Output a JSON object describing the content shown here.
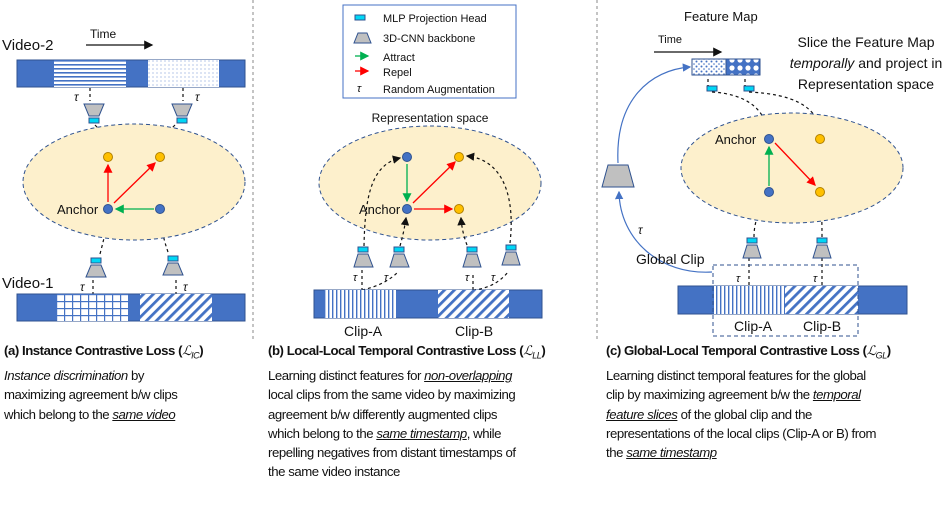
{
  "symbols": {
    "tau": "τ"
  },
  "legend": {
    "items": [
      {
        "label": "MLP Projection Head",
        "icon": "mlp-head-icon"
      },
      {
        "label": "3D-CNN backbone",
        "icon": "cnn-backbone-icon"
      },
      {
        "label": "Attract",
        "icon": "green-arrow-icon",
        "color": "#00b050"
      },
      {
        "label": "Repel",
        "icon": "red-arrow-icon",
        "color": "#ff0000"
      },
      {
        "label": "Random Augmentation",
        "icon": "tau-symbol"
      }
    ]
  },
  "panel_a": {
    "video2": "Video-2",
    "video1": "Video-1",
    "time": "Time",
    "anchor": "Anchor",
    "caption": {
      "title": "(a) Instance Contrastive Loss (",
      "loss_sym": "ℒ",
      "loss_sub": "IC",
      "close": ")",
      "line1_italic": "Instance discrimination",
      "line1_rest": " by",
      "line2": "maximizing agreement b/w clips",
      "line3_pre": "which belong to the ",
      "line3_u": "same video"
    }
  },
  "panel_b": {
    "rep_space": "Representation space",
    "anchor": "Anchor",
    "clip_a": "Clip-A",
    "clip_b": "Clip-B",
    "caption": {
      "title": "(b) Local-Local Temporal Contrastive Loss (",
      "loss_sym": "ℒ",
      "loss_sub": "LL",
      "close": ")",
      "line1_pre": "Learning distinct features for ",
      "line1_u": "non-overlapping",
      "line2": "local clips from the same video by maximizing",
      "line3": "agreement b/w differently augmented clips",
      "line4_pre": "which belong to the ",
      "line4_u": "same timestamp",
      "line4_post": ", while",
      "line5": "repelling negatives from distant timestamps of",
      "line6": "the same video instance"
    }
  },
  "panel_c": {
    "feature_map": "Feature Map",
    "time": "Time",
    "anchor": "Anchor",
    "global_clip": "Global Clip",
    "clip_a": "Clip-A",
    "clip_b": "Clip-B",
    "slice_l1": "Slice the Feature Map",
    "slice_l2_italic": "temporally",
    "slice_l2_rest": " and project in",
    "slice_l3": "Representation space",
    "caption": {
      "title": "(c) Global-Local Temporal Contrastive Loss (",
      "loss_sym": "ℒ",
      "loss_sub": "GL",
      "close": ")",
      "line1": "Learning distinct temporal features for the global",
      "line2_pre": "clip by maximizing agreement b/w the ",
      "line2_u": "temporal",
      "line3_u": "feature slices",
      "line3_post": " of the global clip and the",
      "line4": "representations of the local clips (Clip-A or B) from",
      "line5_pre": "the ",
      "line5_u": "same timestamp"
    }
  },
  "colors": {
    "video_bar": "#4472c4",
    "space_fill": "#fdf0cc",
    "point_blue": "#4472c4",
    "point_yellow": "#ffc000",
    "mlp": "#00d7f5",
    "backbone": "#c0c0c0",
    "attract": "#00b050",
    "repel": "#ff0000"
  }
}
